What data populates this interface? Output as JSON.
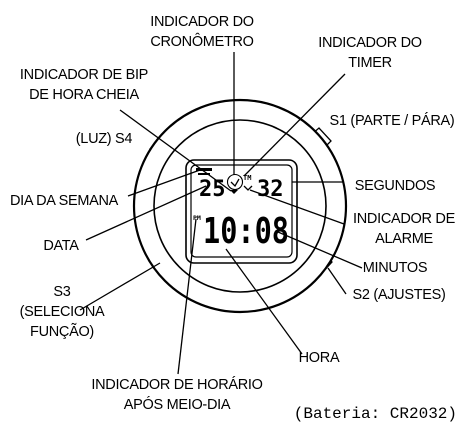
{
  "labels": {
    "cronometro_l1": "INDICADOR DO",
    "cronometro_l2": "CRONÔMETRO",
    "timer_l1": "INDICADOR DO",
    "timer_l2": "TIMER",
    "bip_l1": "INDICADOR DE BIP",
    "bip_l2": "DE HORA CHEIA",
    "s1": "S1 (PARTE / PÁRA)",
    "s4": "(LUZ) S4",
    "segundos": "SEGUNDOS",
    "dia_semana": "DIA DA SEMANA",
    "alarme_l1": "INDICADOR DE",
    "alarme_l2": "ALARME",
    "data": "DATA",
    "minutos": "MINUTOS",
    "s3_l1": "S3",
    "s3_l2": "(SELECIONA",
    "s3_l3": "FUNÇÃO)",
    "s2": "S2 (AJUSTES)",
    "hora": "HORA",
    "pm_l1": "INDICADOR DE HORÁRIO",
    "pm_l2": "APÓS MEIO-DIA"
  },
  "footnote": "(Bateria: CR2032)",
  "display": {
    "date": "25",
    "seconds": "32",
    "time": "10:08",
    "pm_mark": "PM",
    "timer_mark": "TM"
  }
}
